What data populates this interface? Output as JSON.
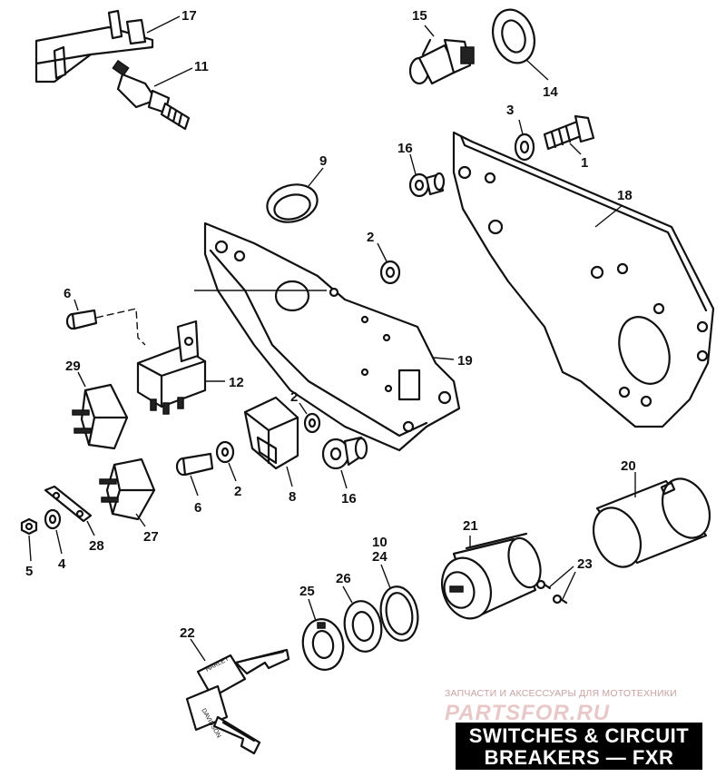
{
  "title": {
    "line1": "SWITCHES & CIRCUIT",
    "line2": "BREAKERS — FXR"
  },
  "watermark": {
    "caption": "ЗАПЧАСТИ И АКСЕССУАРЫ ДЛЯ МОТОТЕХНИКИ",
    "logo": "PARTSFOR.RU"
  },
  "callouts": {
    "c1": "1",
    "c2a": "2",
    "c2b": "2",
    "c2c": "2",
    "c3": "3",
    "c4": "4",
    "c5": "5",
    "c6a": "6",
    "c6b": "6",
    "c8": "8",
    "c9": "9",
    "c10": "10",
    "c11": "11",
    "c12": "12",
    "c14": "14",
    "c15": "15",
    "c16a": "16",
    "c16b": "16",
    "c17": "17",
    "c18": "18",
    "c19": "19",
    "c20": "20",
    "c21": "21",
    "c22": "22",
    "c23": "23",
    "c24": "24",
    "c25": "25",
    "c26": "26",
    "c27": "27",
    "c28": "28",
    "c29": "29"
  },
  "key_text": {
    "line1": "HARLEY",
    "line2": "DAVIDSON"
  }
}
